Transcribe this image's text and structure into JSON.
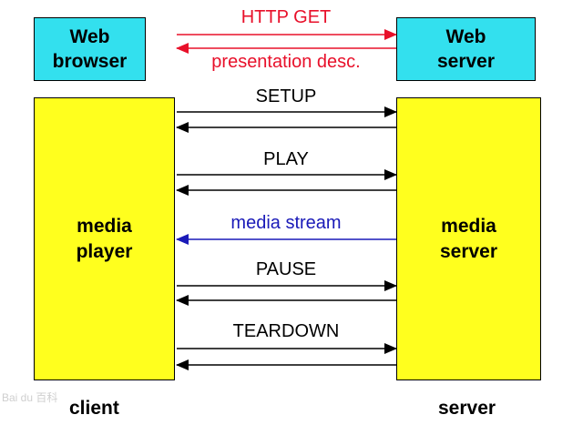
{
  "boxes": {
    "web_browser": "Web\nbrowser",
    "web_server": "Web\nserver",
    "media_player": "media\nplayer",
    "media_server": "media\nserver"
  },
  "messages": {
    "http_get": "HTTP GET",
    "presentation_desc": "presentation desc.",
    "setup": "SETUP",
    "play": "PLAY",
    "media_stream": "media stream",
    "pause": "PAUSE",
    "teardown": "TEARDOWN"
  },
  "footer": {
    "client": "client",
    "server": "server"
  },
  "watermark": "Bai du 百科",
  "colors": {
    "http_box": "#33e0ee",
    "media_box": "#ffff1e",
    "http_arrow": "#e8102a",
    "stream_arrow": "#1a1ab8",
    "control_arrow": "#000000"
  }
}
